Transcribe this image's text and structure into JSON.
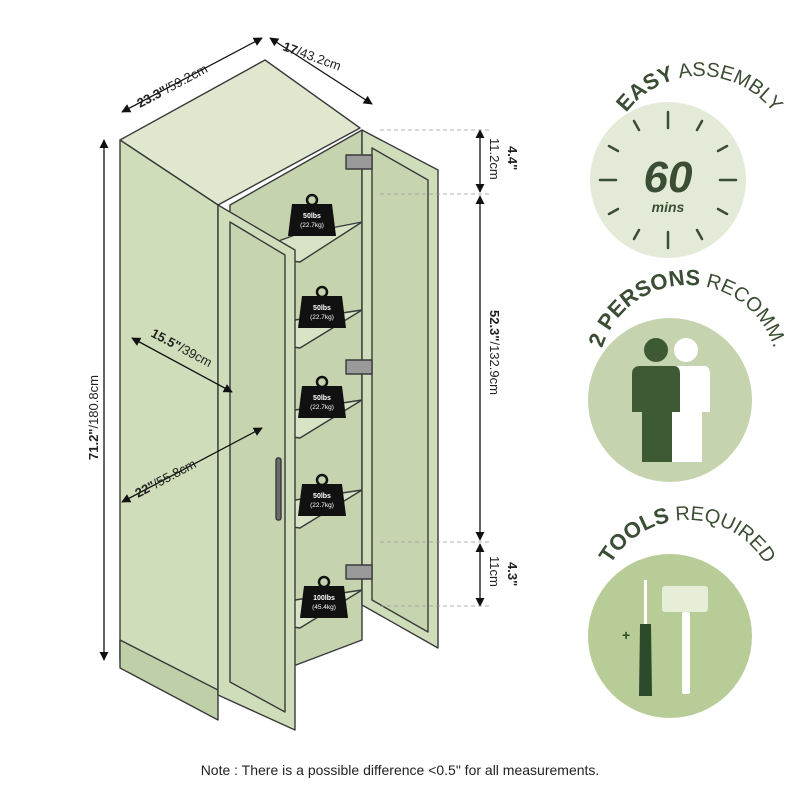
{
  "dimensions": {
    "width": "23.3\"",
    "width_cm": "/59.2cm",
    "depth": "17",
    "depth_cm": "/43.2cm",
    "height": "71.2\"",
    "height_cm": "/180.8cm",
    "shelf_depth": "15.5\"",
    "shelf_depth_cm": "/39cm",
    "inner_width": "22\"",
    "inner_width_cm": "/55.8cm",
    "top_gap": "4.4\"",
    "top_gap_cm": "11.2cm",
    "middle_gap": "52.3\"",
    "middle_gap_cm": "/132.9cm",
    "bottom_gap": "4.3\"",
    "bottom_gap_cm": "11cm"
  },
  "shelves": [
    {
      "lbs": "50lbs",
      "kg": "(22.7kg)"
    },
    {
      "lbs": "50lbs",
      "kg": "(22.7kg)"
    },
    {
      "lbs": "50lbs",
      "kg": "(22.7kg)"
    },
    {
      "lbs": "50lbs",
      "kg": "(22.7kg)"
    },
    {
      "lbs": "100lbs",
      "kg": "(45.4kg)"
    }
  ],
  "badges": {
    "assembly": {
      "bold": "EASY",
      "regular": " ASSEMBLY",
      "number": "60",
      "unit": "mins"
    },
    "persons": {
      "bold": "2 PERSONS",
      "regular": " RECOMM."
    },
    "tools": {
      "bold": "TOOLS",
      "regular": " REQUIRED"
    }
  },
  "colors": {
    "cabinet": "#cfddba",
    "cabinet_dark": "#b9c9a2",
    "badge_bg": "#e3ebd8",
    "badge_text": "#3b4d34",
    "figure_dark": "#3d5a35"
  },
  "note": "Note : There is a possible difference <0.5\" for all measurements."
}
